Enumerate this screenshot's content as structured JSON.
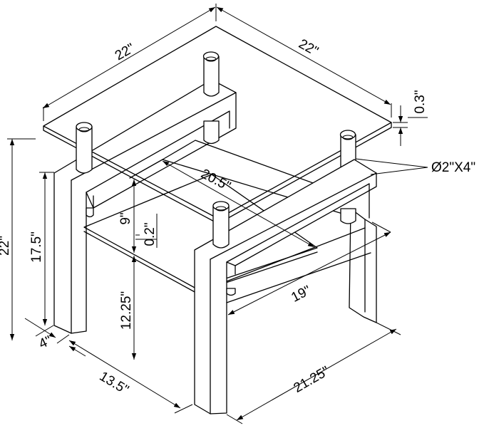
{
  "dimensions": {
    "top_left_width": "22\"",
    "top_right_width": "22\"",
    "glass_thickness": "0.3\"",
    "leg_callout": "Ø2\"X4\"",
    "shelf_depth": "20.5\"",
    "shelf_gap_upper": "9\"",
    "shelf_glass": "0.2\"",
    "frame_height": "17.5\"",
    "total_height": "22\"",
    "shelf_height": "12.25\"",
    "shelf_width": "19\"",
    "leg_width": "4\"",
    "base_depth": "13.5\"",
    "base_width": "21.25\""
  },
  "colors": {
    "line": "#000000",
    "background": "#ffffff"
  }
}
